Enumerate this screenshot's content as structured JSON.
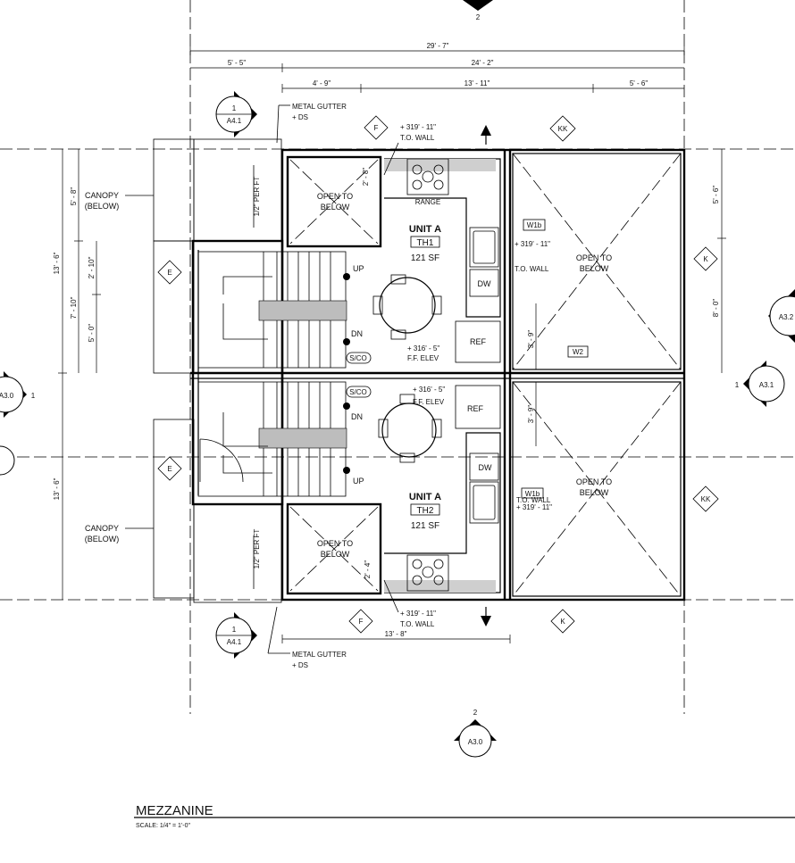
{
  "plan": {
    "title": "MEZZANINE",
    "scale": "SCALE: 1/4\" = 1'-0\"",
    "dimensions": {
      "overall": "29' - 7\"",
      "left_5_5": "5' - 5\"",
      "right_24_2": "24' - 2\"",
      "seg_4_9": "4' - 9\"",
      "seg_13_11": "13' - 11\"",
      "seg_5_6": "5' - 6\"",
      "bottom_13_8": "13' - 8\"",
      "left_13_6_top": "13' - 6\"",
      "left_13_6_bottom": "13' - 6\"",
      "left_5_8": "5' - 8\"",
      "left_7_10": "7' - 10\"",
      "left_2_10": "2' - 10\"",
      "left_5_0": "5' - 0\"",
      "right_5_6": "5' - 6\"",
      "right_8_0": "8' - 0\"",
      "range_2_8": "2' - 8\"",
      "range_2_4": "2' - 4\"",
      "ref_3_9_top": "3' - 9\"",
      "ref_3_9_bottom": "3' - 9\""
    },
    "elevations": {
      "to_wall_top_value": "+ 319' - 11\"",
      "to_wall_top_label": "T.O. WALL",
      "to_wall_right_value": "+ 319' - 11\"",
      "to_wall_right_label": "T.O. WALL",
      "ff_top_value": "+ 316' - 5\"",
      "ff_top_label": "F.F. ELEV",
      "ff_bottom_value": "+ 316' - 5\"",
      "ff_bottom_label": "F.F. ELEV",
      "to_wall_lower_value": "+ 319' - 11\"",
      "to_wall_lower_label": "T.O. WALL",
      "to_wall_bottom_value": "+ 319' - 11\"",
      "to_wall_bottom_label": "T.O. WALL"
    },
    "units": [
      {
        "name": "UNIT A",
        "tag": "TH1",
        "area": "121 SF"
      },
      {
        "name": "UNIT A",
        "tag": "TH2",
        "area": "121 SF"
      }
    ],
    "rooms": {
      "open_to_below": "OPEN TO",
      "below": "BELOW",
      "canopy": "CANOPY",
      "canopy_below": "(BELOW)",
      "range": "RANGE",
      "ref": "REF",
      "dw": "DW",
      "up": "UP",
      "dn": "DN",
      "sco": "S/CO",
      "slope": "1/2\" PER FT",
      "gutter": "METAL GUTTER",
      "ds": "+ DS"
    },
    "tags": {
      "w1b": "W1b",
      "w2": "W2",
      "e": "E",
      "f": "F",
      "k": "K",
      "kk": "KK"
    },
    "sections": {
      "a41_num": "1",
      "a41_sheet": "A4.1",
      "a30_num": "2",
      "a30_sheet": "A3.0",
      "a31_num": "1",
      "a31_sheet": "A3.1",
      "a32_sheet": "A3.2",
      "a30_left_sheet": "A3.0",
      "a30_left_num": "1"
    }
  }
}
